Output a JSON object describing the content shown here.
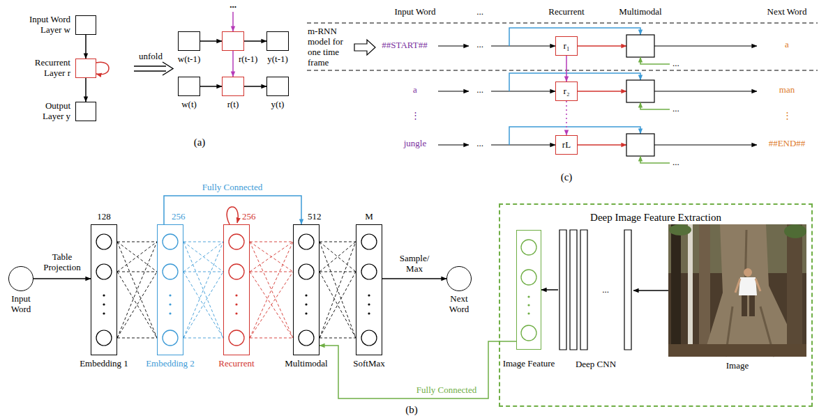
{
  "diagram": {
    "nodes": [
      {
        "text": [
          "Input Word Layer w"
        ]
      },
      {
        "text": [
          "Recurrent Layer r"
        ]
      },
      {
        "text": [
          "Output Layer y"
        ]
      },
      {
        "text": [
          "w(t-1)"
        ]
      },
      {
        "text": [
          "r(t-1)"
        ]
      },
      {
        "text": [
          "y(t-1)"
        ]
      },
      {
        "text": [
          "w(t)"
        ]
      },
      {
        "text": [
          "r(t)"
        ]
      },
      {
        "text": [
          "y(t)"
        ]
      },
      {
        "text": [
          "r₁"
        ]
      },
      {
        "text": [
          "r₂"
        ]
      },
      {
        "text": [
          "rL"
        ]
      },
      {
        "text": [
          "Input Word"
        ]
      },
      {
        "text": [
          "128",
          "Embedding 1"
        ]
      },
      {
        "text": [
          "256",
          "Embedding 2"
        ]
      },
      {
        "text": [
          "256",
          "Recurrent"
        ]
      },
      {
        "text": [
          "512",
          "Multimodal"
        ]
      },
      {
        "text": [
          "M",
          "SoftMax"
        ]
      },
      {
        "text": [
          "Next Word"
        ]
      },
      {
        "text": [
          "Deep Image Feature Extraction"
        ]
      },
      {
        "text": [
          "Image Feature"
        ],
        "in": 19
      },
      {
        "text": [
          "...",
          "Deep CNN"
        ],
        "in": 19
      },
      {
        "text": [
          "Image"
        ],
        "in": 19
      }
    ],
    "edges": [
      {
        "from": 0,
        "to": 1,
        "arrow": "to"
      },
      {
        "from": 1,
        "to": 2,
        "arrow": "to"
      },
      {
        "from": 3,
        "to": 4,
        "arrow": "to"
      },
      {
        "from": 4,
        "to": 5,
        "arrow": "to"
      },
      {
        "from": 6,
        "to": 7,
        "arrow": "to"
      },
      {
        "from": 7,
        "to": 8,
        "arrow": "to"
      },
      {
        "from": 4,
        "to": 7,
        "arrow": "to"
      },
      {
        "from": 9,
        "to": 10,
        "arrow": "to"
      },
      {
        "from": 10,
        "to": 11,
        "arrow": "to"
      },
      {
        "from": 12,
        "to": 13,
        "arrow": "to",
        "label": "Table Projection"
      },
      {
        "from": 13,
        "to": 14,
        "arrow": "none"
      },
      {
        "from": 14,
        "to": 15,
        "arrow": "none"
      },
      {
        "from": 15,
        "to": 16,
        "arrow": "none"
      },
      {
        "from": 16,
        "to": 17,
        "arrow": "none"
      },
      {
        "from": 14,
        "to": 16,
        "arrow": "to",
        "label": "Fully Connected"
      },
      {
        "from": 17,
        "to": 18,
        "arrow": "to",
        "label": "Sample/ Max"
      },
      {
        "from": 22,
        "to": 21,
        "arrow": "to"
      },
      {
        "from": 21,
        "to": 20,
        "arrow": "to"
      },
      {
        "from": 20,
        "to": 16,
        "arrow": "to",
        "label": "Fully Connected"
      }
    ],
    "labels": [
      "unfold",
      "...",
      "(a)",
      "Input Word",
      "...",
      "Recurrent",
      "Multimodal",
      "Next Word",
      "m-RNN model for one time frame",
      "##START##",
      "...",
      "...",
      "a",
      "a",
      "...",
      "...",
      "man",
      "⋮",
      "⋮",
      "jungle",
      "...",
      "...",
      "##END##",
      "(c)",
      "(b)"
    ]
  }
}
